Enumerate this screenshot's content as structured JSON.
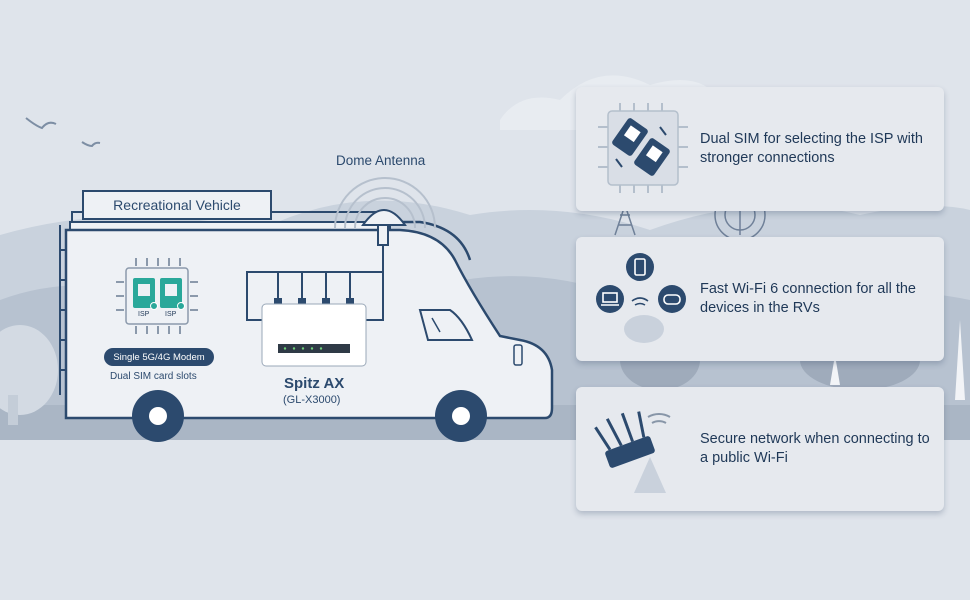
{
  "scene": {
    "rv_label": "Recreational Vehicle",
    "antenna_label": "Dome Antenna",
    "modem_label": "Single 5G/4G Modem",
    "sim_slots_label": "Dual SIM card slots",
    "sim1_text": "ISP",
    "sim2_text": "ISP",
    "router_name": "Spitz AX",
    "router_model": "(GL-X3000)"
  },
  "features": [
    {
      "text": "Dual SIM for selecting the ISP with stronger connections",
      "icon": "dual-sim-icon"
    },
    {
      "text": "Fast Wi-Fi 6 connection for all the devices in the RVs",
      "icon": "devices-icon"
    },
    {
      "text": "Secure network when connecting to a public Wi-Fi",
      "icon": "router-camp-icon"
    }
  ],
  "colors": {
    "navy": "#2c4a6e",
    "sim_teal": "#2aa89a",
    "background": "#dfe4eb",
    "ground": "#b9c4d2",
    "card": "#e6e9ee"
  }
}
